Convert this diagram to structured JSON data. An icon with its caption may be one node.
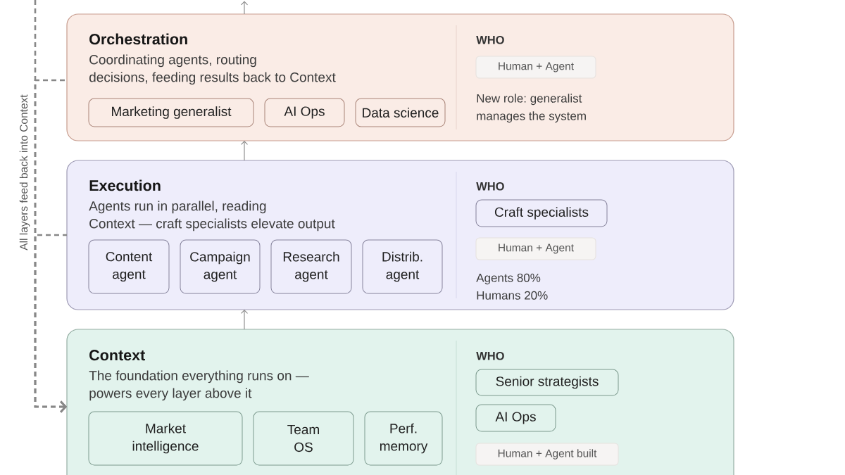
{
  "diagram": {
    "nodes": [
      {
        "text": [
          "Orchestration",
          "Coordinating agents, routing decisions, feeding results back to Context",
          "WHO",
          "New role: generalist manages the system"
        ]
      },
      {
        "text": [
          "Marketing generalist"
        ],
        "in": 0
      },
      {
        "text": [
          "AI Ops"
        ],
        "in": 0
      },
      {
        "text": [
          "Data science"
        ],
        "in": 0
      },
      {
        "text": [
          "Human + Agent"
        ],
        "in": 0
      },
      {
        "text": [
          "Execution",
          "Agents run in parallel, reading Context — craft specialists elevate output",
          "WHO",
          "Agents 80%",
          "Humans 20%"
        ]
      },
      {
        "text": [
          "Content agent"
        ],
        "in": 5
      },
      {
        "text": [
          "Campaign agent"
        ],
        "in": 5
      },
      {
        "text": [
          "Research agent"
        ],
        "in": 5
      },
      {
        "text": [
          "Distrib. agent"
        ],
        "in": 5
      },
      {
        "text": [
          "Craft specialists"
        ],
        "in": 5
      },
      {
        "text": [
          "Human + Agent"
        ],
        "in": 5
      },
      {
        "text": [
          "Context",
          "The foundation everything runs on — powers every layer above it",
          "WHO"
        ]
      },
      {
        "text": [
          "Market intelligence"
        ],
        "in": 12
      },
      {
        "text": [
          "Team OS"
        ],
        "in": 12
      },
      {
        "text": [
          "Perf. memory"
        ],
        "in": 12
      },
      {
        "text": [
          "Senior strategists"
        ],
        "in": 12
      },
      {
        "text": [
          "AI Ops"
        ],
        "in": 12
      },
      {
        "text": [
          "Human + Agent built"
        ],
        "in": 12
      }
    ],
    "edges": [
      {
        "from": 5,
        "to": 0,
        "arrow": "to"
      },
      {
        "from": 12,
        "to": 5,
        "arrow": "to"
      },
      {
        "from": 0,
        "to": null,
        "arrow": "to"
      },
      {
        "from": null,
        "to": 12,
        "arrow": "to",
        "style": "dashed"
      },
      {
        "from": 0,
        "to": 12,
        "arrow": "to",
        "style": "dashed"
      },
      {
        "from": 5,
        "to": 12,
        "arrow": "to",
        "style": "dashed"
      }
    ],
    "labels": [
      "All layers feed back into Context"
    ]
  }
}
